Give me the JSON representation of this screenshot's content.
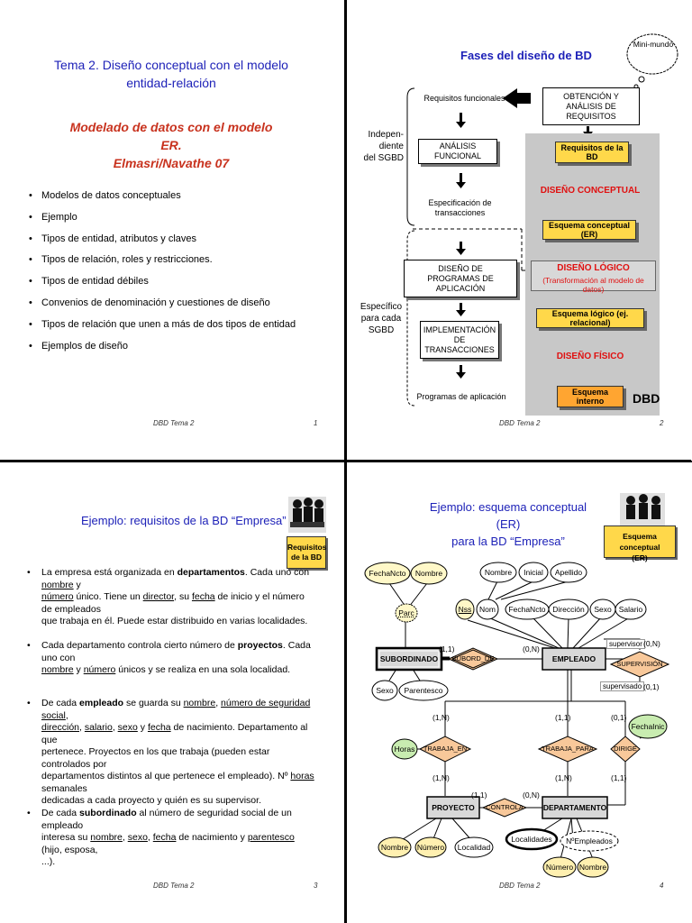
{
  "slide1": {
    "title_line1": "Tema 2. Diseño conceptual con el modelo",
    "title_line2": "entidad-relación",
    "subtitle_line1": "Modelado de datos con el modelo ER.",
    "subtitle_line2": "Elmasri/Navathe 07",
    "bullets": [
      "Modelos de datos conceptuales",
      "Ejemplo",
      "Tipos de entidad, atributos y claves",
      "Tipos de relación, roles y restricciones.",
      "Tipos de entidad débiles",
      "Convenios de denominación y cuestiones de diseño",
      "Tipos de relación que unen a más de dos tipos de entidad",
      "Ejemplos de diseño"
    ],
    "footer": "DBD Tema 2",
    "page": "1"
  },
  "slide2": {
    "title": "Fases del diseño de BD",
    "cloud": "Mini-mundo",
    "obtencion_1": "OBTENCIÓN Y",
    "obtencion_2": "ANÁLISIS DE REQUISITOS",
    "req_funcionales": "Requisitos funcionales",
    "analisis_funcional": "ANÁLISIS FUNCIONAL",
    "espec_1": "Especificación de",
    "espec_2": "transacciones",
    "indep_1": "Indepen-",
    "indep_2": "diente",
    "indep_3": "del SGBD",
    "especifico_1": "Específico",
    "especifico_2": "para cada",
    "especifico_3": "SGBD",
    "disenio_prog_1": "DISEÑO DE",
    "disenio_prog_2": "PROGRAMAS DE APLICACIÓN",
    "impl_1": "IMPLEMENTACIÓN",
    "impl_2": "DE TRANSACCIONES",
    "programas": "Programas de aplicación",
    "req_bd": "Requisitos de la BD",
    "disenio_conceptual": "DISEÑO CONCEPTUAL",
    "esquema_conceptual": "Esquema conceptual (ER)",
    "disenio_logico": "DISEÑO LÓGICO",
    "transformacion": "(Transformación al modelo de datos)",
    "esquema_logico": "Esquema lógico (ej. relacional)",
    "disenio_fisico": "DISEÑO FÍSICO",
    "esquema_interno": "Esquema interno",
    "dbd": "DBD",
    "footer": "DBD Tema 2",
    "page": "2"
  },
  "slide3": {
    "title": "Ejemplo:   requisitos de la BD “Empresa”",
    "badge_1": "Requisitos",
    "badge_2": "de la BD",
    "footer": "DBD Tema 2",
    "page": "3",
    "p1": {
      "a": "La empresa está organizada en ",
      "b": "departamentos",
      "c": ". Cada uno con ",
      "d": "nombre",
      "e": " y",
      "f": "número",
      "g": " único. Tiene un ",
      "h": "director",
      "i": ", su ",
      "j": "fecha",
      "k": " de inicio y el número de empleados",
      "l": "que trabaja en él. Puede estar distribuido en varias localidades."
    },
    "p2": {
      "a": "Cada departamento controla cierto número de  ",
      "b": "proyectos",
      "c": ". Cada uno con",
      "d": "nombre",
      "e": " y ",
      "f": "número",
      "g": " únicos y se realiza en una sola localidad."
    },
    "p3": {
      "a": "De cada ",
      "b": "empleado",
      "c": " se guarda su ",
      "d": "nombre",
      "e": ", ",
      "f": "número de seguridad social",
      "g": ",",
      "h": "dirección",
      "i": ", ",
      "j": "salario",
      "k": ", ",
      "l": "sexo",
      "m": " y ",
      "n": "fecha",
      "o": " de nacimiento. Departamento al que",
      "p": "pertenece. Proyectos en los que trabaja (pueden estar controlados por",
      "q": "departamentos distintos al que pertenece el empleado). Nº ",
      "r": "horas",
      "s": " semanales",
      "t": "dedicadas a cada proyecto y quién es su supervisor."
    },
    "p4": {
      "a": "De cada ",
      "b": "subordinado",
      "c": " al número de seguridad social de un empleado",
      "d": "interesa su ",
      "e": "nombre",
      "f": ", ",
      "g": "sexo",
      "h": ", ",
      "i": "fecha",
      "j": " de nacimiento y ",
      "k": "parentesco",
      "l": " (hijo, esposa,",
      "m": "...)."
    }
  },
  "slide4": {
    "title_1": "Ejemplo:  esquema conceptual (ER)",
    "title_2": "para la BD “Empresa”",
    "badge_1": "Esquema conceptual",
    "badge_2": "(ER)",
    "footer": "DBD Tema 2",
    "page": "4",
    "entities": {
      "subordinado": "SUBORDINADO",
      "empleado": "EMPLEADO",
      "proyecto": "PROYECTO",
      "departamento": "DEPARTAMENTO"
    },
    "relations": {
      "subord_de": "SUBORD_DE",
      "supervision": "SUPERVISIÓN",
      "trabaja_en": "TRABAJA_EN",
      "trabaja_para": "TRABAJA_PARA",
      "dirige": "DIRIGE",
      "controla": "CONTROLA"
    },
    "attributes": {
      "fechancto_sub": "FechaNcto",
      "nombre_sub": "Nombre",
      "parc": "Parc",
      "sexo_sub": "Sexo",
      "parentesco": "Parentesco",
      "nombre_emp": "Nombre",
      "inicial": "Inicial",
      "apellido": "Apellido",
      "nss": "Nss",
      "nom": "Nom",
      "fechancto_emp": "FechaNcto",
      "direccion": "Dirección",
      "sexo_emp": "Sexo",
      "salario": "Salario",
      "horas": "Horas",
      "fechainic": "FechaInic",
      "nombre_proy": "Nombre",
      "numero_proy": "Número",
      "localidad": "Localidad",
      "localidades": "Localidades",
      "nempleados": "NºEmpleados",
      "numero_dep": "Número",
      "nombre_dep": "Nombre"
    },
    "cards": {
      "c11_sub": "(1,1)",
      "c0n_emp": "(0,N)",
      "supervisor": "supervisor",
      "c0n_sup": "(0,N)",
      "supervisado": "supervisado",
      "c01_sup": "(0,1)",
      "c1n_te_emp": "(1,N)",
      "c11_tp_emp": "(1,1)",
      "c01_dir_emp": "(0,1)",
      "c1n_te_proy": "(1,N)",
      "c1n_tp_dep": "(1,N)",
      "c11_dir_dep": "(1,1)",
      "c11_ctrl_proy": "(1,1)",
      "c0n_ctrl_dep": "(0,N)"
    }
  }
}
